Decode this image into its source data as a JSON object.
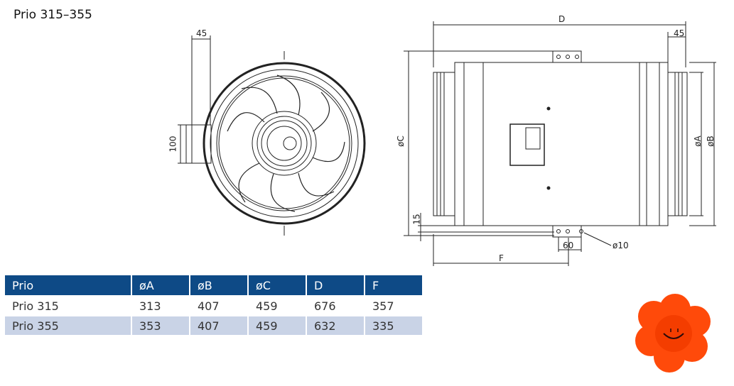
{
  "title": "Prio 315–355",
  "dimensions": {
    "front_45": "45",
    "front_100": "100",
    "D": "D",
    "side_45": "45",
    "oC": "øC",
    "oA": "øA",
    "oB": "øB",
    "d15": "15",
    "d60": "60",
    "o10": "ø10",
    "F": "F"
  },
  "table": {
    "headers": [
      "Prio",
      "øA",
      "øB",
      "øC",
      "D",
      "F"
    ],
    "rows": [
      [
        "Prio 315",
        "313",
        "407",
        "459",
        "676",
        "357"
      ],
      [
        "Prio 355",
        "353",
        "407",
        "459",
        "632",
        "335"
      ]
    ]
  },
  "colors": {
    "header": "#0e4a86",
    "alt_row": "#c9d3e6",
    "flower": "#ff4a0a"
  }
}
